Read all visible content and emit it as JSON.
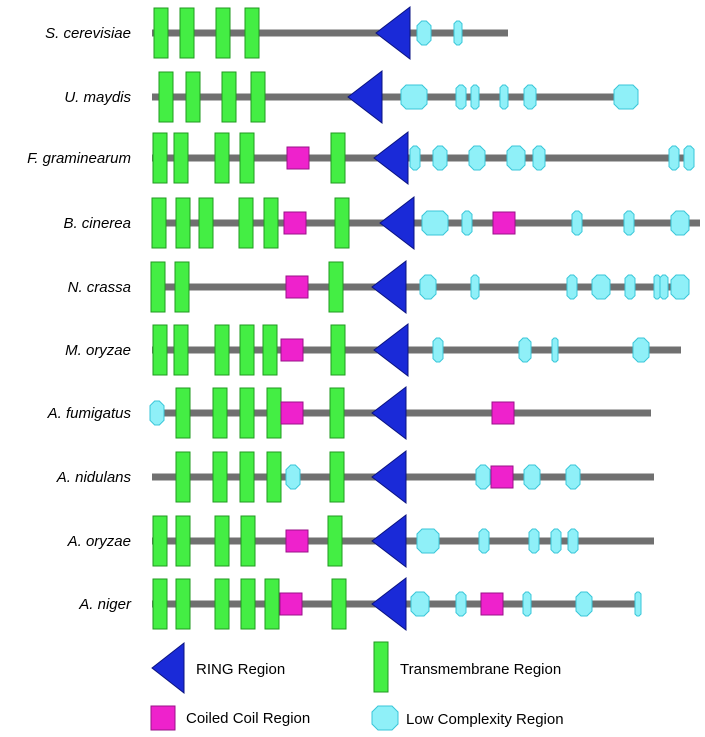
{
  "colors": {
    "backbone": "#707070",
    "ring_fill": "#1a2ad8",
    "ring_stroke": "#0a1380",
    "tm_fill": "#44ee44",
    "tm_stroke": "#1f9a1f",
    "cc_fill": "#ee22cc",
    "cc_stroke": "#991188",
    "lc_fill": "#8ff0f8",
    "lc_stroke": "#38c6d8"
  },
  "rows": [
    {
      "species": "S. cerevisiae"
    },
    {
      "species": "U. maydis"
    },
    {
      "species": "F. graminearum"
    },
    {
      "species": "B. cinerea"
    },
    {
      "species": "N. crassa"
    },
    {
      "species": "M. oryzae"
    },
    {
      "species": "A. fumigatus"
    },
    {
      "species": "A. nidulans"
    },
    {
      "species": "A. oryzae"
    },
    {
      "species": "A. niger"
    }
  ],
  "legend": {
    "ring": {
      "label": "RING Region",
      "icon": "ring-triangle-icon"
    },
    "tm": {
      "label": "Transmembrane Region",
      "icon": "transmembrane-bar-icon"
    },
    "cc": {
      "label": "Coiled Coil Region",
      "icon": "coiled-coil-square-icon"
    },
    "lc": {
      "label": "Low Complexity Region",
      "icon": "low-complexity-octagon-icon"
    }
  }
}
